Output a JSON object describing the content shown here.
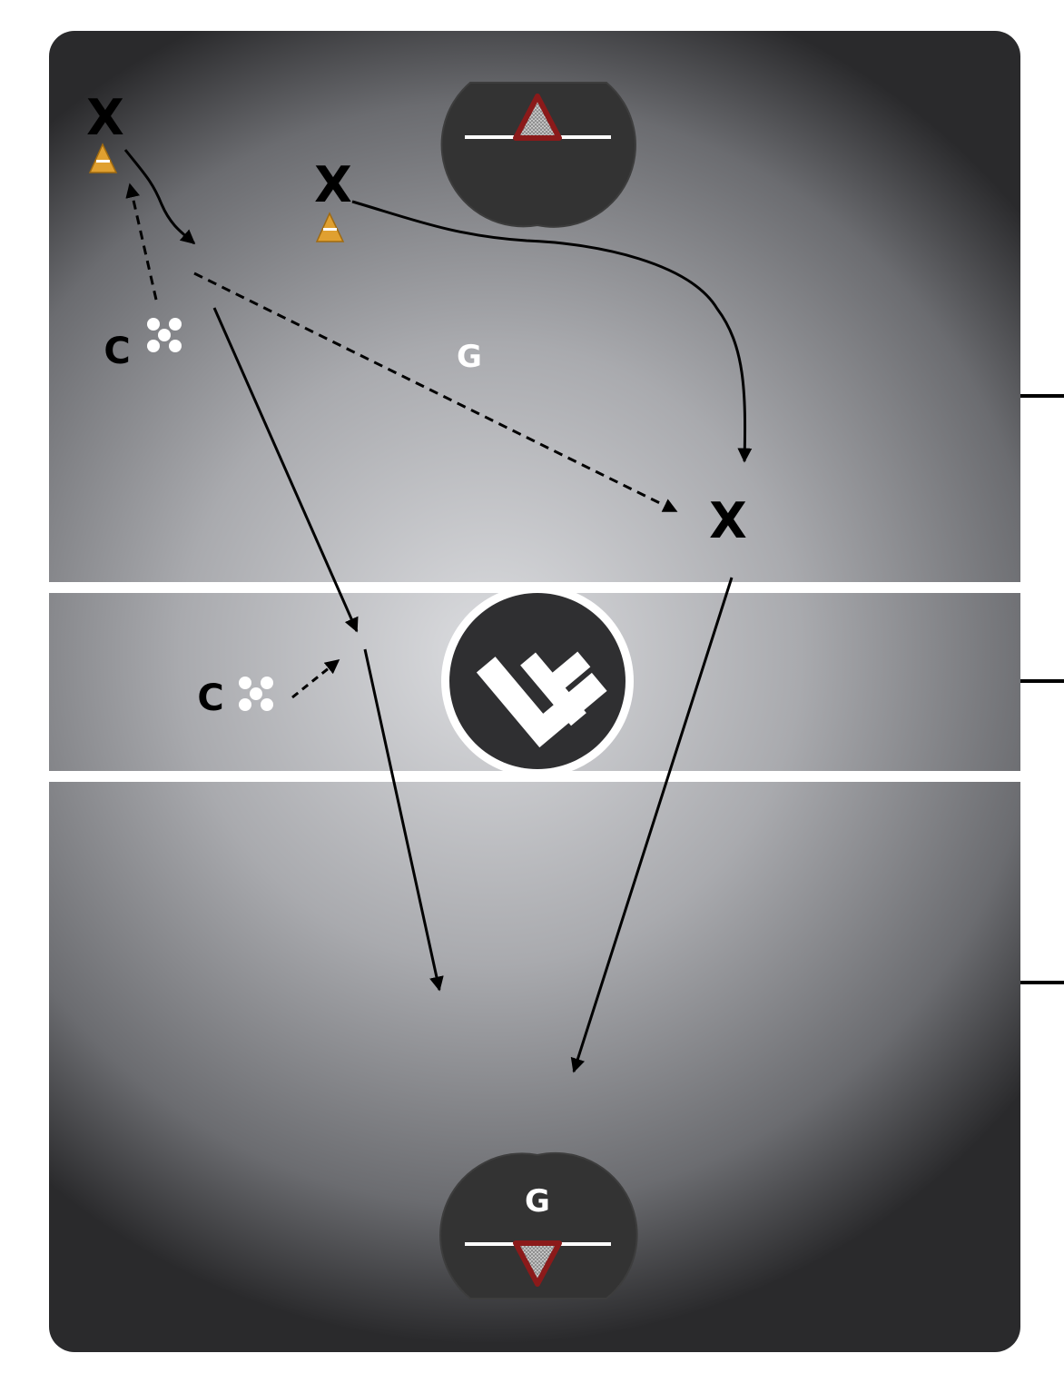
{
  "players": {
    "x_marker": "X"
  },
  "coaches": {
    "coach_marker": "C"
  },
  "goalies": {
    "goalie_marker": "G"
  },
  "colors": {
    "field_center": "#dcdde0",
    "field_edge": "#2a2a2c",
    "line": "#ffffff",
    "crease": "#333333",
    "goal": "#8b1a1a",
    "cone": "#e0a030",
    "arrow": "#000000",
    "ball": "#ffffff"
  },
  "icons": {
    "logo": "lf-logo-icon",
    "cone": "cone-icon",
    "balls": "ball-pile-icon",
    "goal": "goal-icon"
  }
}
